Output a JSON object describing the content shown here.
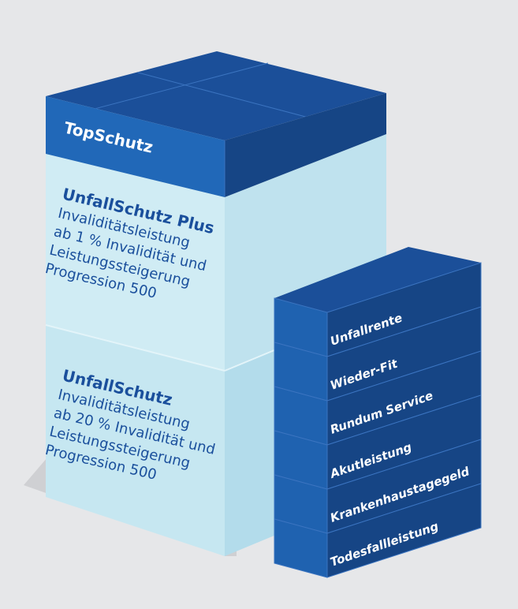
{
  "colors": {
    "background": "#e6e7e9",
    "blue_front": "#1f62b0",
    "blue_top": "#1b4f99",
    "blue_side": "#164585",
    "light_front": "#c6e7f1",
    "light_side": "#b3dceb",
    "light_top": "#d3edf5",
    "dark_text": "#1a4f9c",
    "white": "#ffffff"
  },
  "big_stack": {
    "top_block": {
      "label": "TopSchutz"
    },
    "plus_block": {
      "title": "UnfallSchutz Plus",
      "lines": [
        "Invaliditätsleistung",
        "ab 1 % Invalidität und",
        "Leistungssteigerung",
        "Progression 500"
      ]
    },
    "base_block": {
      "title": "UnfallSchutz",
      "lines": [
        "Invaliditätsleistung",
        "ab 20 % Invalidität und",
        "Leistungssteigerung",
        "Progression 500"
      ]
    }
  },
  "small_stack": {
    "items": [
      "Unfallrente",
      "Wieder-Fit",
      "Rundum Service",
      "Akutleistung",
      "Krankenhaustagegeld",
      "Todesfallleistung"
    ]
  }
}
